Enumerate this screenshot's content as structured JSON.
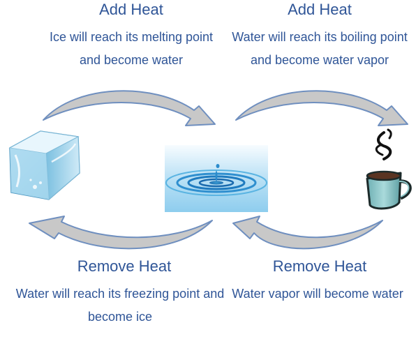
{
  "steps": [
    {
      "heading": "Add Heat",
      "text": "Ice will reach its melting point and become water"
    },
    {
      "heading": "Add Heat",
      "text": "Water will reach its boiling point and become water vapor"
    },
    {
      "heading": "Remove Heat",
      "text": "Water will reach its freezing point and become ice"
    },
    {
      "heading": "Remove Heat",
      "text": "Water vapor will become water"
    }
  ],
  "images": [
    "ice-cube",
    "water-ripple",
    "steaming-mug"
  ],
  "colors": {
    "text": "#2f5597",
    "arrow_fill": "#c8c8c8",
    "arrow_stroke": "#6f8fbf"
  }
}
